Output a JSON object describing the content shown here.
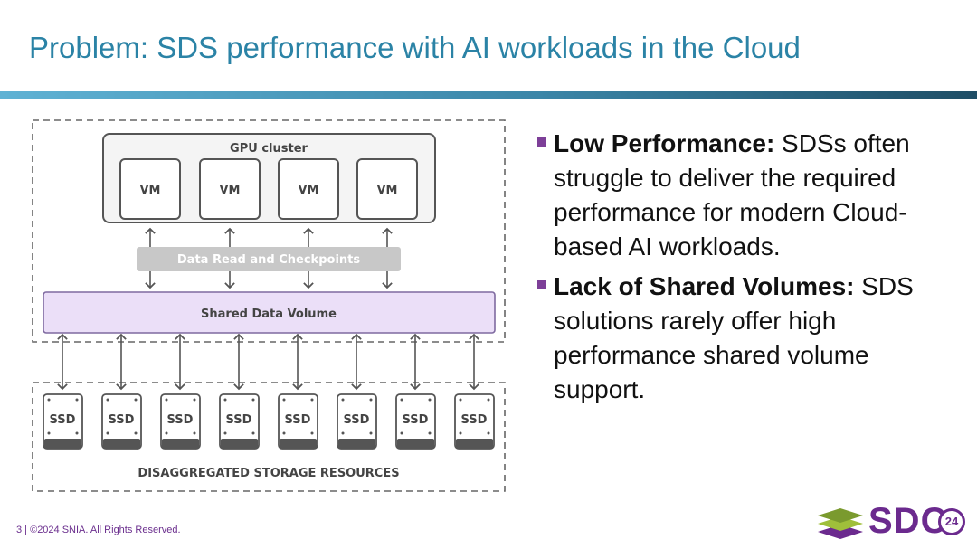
{
  "slide": {
    "title": "Problem: SDS performance with AI workloads in the Cloud"
  },
  "diagram": {
    "gpu_cluster_label": "GPU cluster",
    "vms": [
      "VM",
      "VM",
      "VM",
      "VM"
    ],
    "data_read_label": "Data Read and Checkpoints",
    "shared_volume_label": "Shared Data Volume",
    "ssds": [
      "SSD",
      "SSD",
      "SSD",
      "SSD",
      "SSD",
      "SSD",
      "SSD",
      "SSD"
    ],
    "storage_label": "DISAGGREGATED STORAGE RESOURCES"
  },
  "bullets": [
    {
      "heading": "Low Performance:",
      "text": " SDSs often struggle to deliver the required performance for modern Cloud-based AI workloads."
    },
    {
      "heading": "Lack of Shared Volumes:",
      "text": " SDS solutions rarely offer high performance shared volume support."
    }
  ],
  "footer": {
    "text": "3 | ©2024 SNIA. All Rights Reserved."
  },
  "logo": {
    "text": "SDC",
    "badge": "24"
  },
  "colors": {
    "title": "#2b83a6",
    "bullet_marker": "#7d3f98",
    "shared_volume_fill": "#ebdff8",
    "shared_volume_stroke": "#7f6aa0",
    "brand_purple": "#6b2a8e"
  }
}
